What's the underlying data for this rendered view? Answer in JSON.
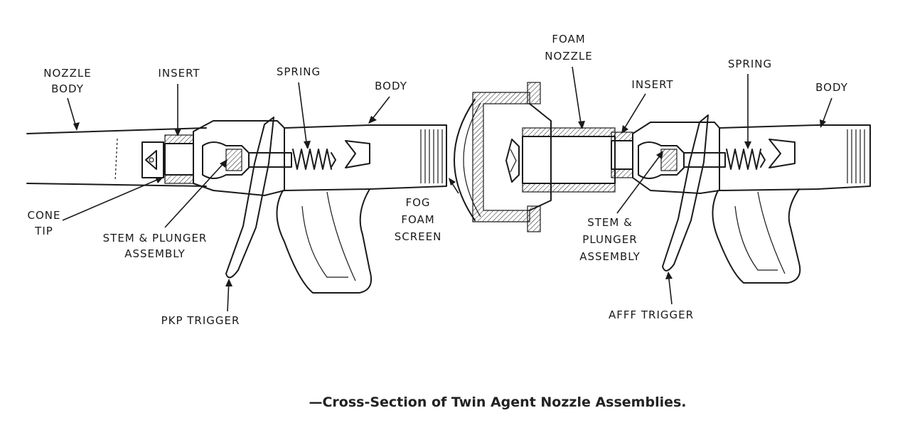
{
  "labels": {
    "nozzle_body": [
      "NOZZLE",
      "BODY"
    ],
    "insert_left": "INSERT",
    "spring_left": "SPRING",
    "body_left": "BODY",
    "cone_tip": [
      "CONE",
      "TIP"
    ],
    "stem_plunger_left": [
      "STEM & PLUNGER",
      "ASSEMBLY"
    ],
    "pkp_trigger": "PKP TRIGGER",
    "foam_nozzle": [
      "FOAM",
      "NOZZLE"
    ],
    "insert_right": "INSERT",
    "spring_right": "SPRING",
    "body_right": "BODY",
    "fog_foam_screen": [
      "FOG",
      "FOAM",
      "SCREEN"
    ],
    "stem_plunger_right": [
      "STEM &",
      "PLUNGER",
      "ASSEMBLY"
    ],
    "afff_trigger": "AFFF TRIGGER"
  },
  "caption": "—Cross-Section of Twin Agent Nozzle Assemblies."
}
